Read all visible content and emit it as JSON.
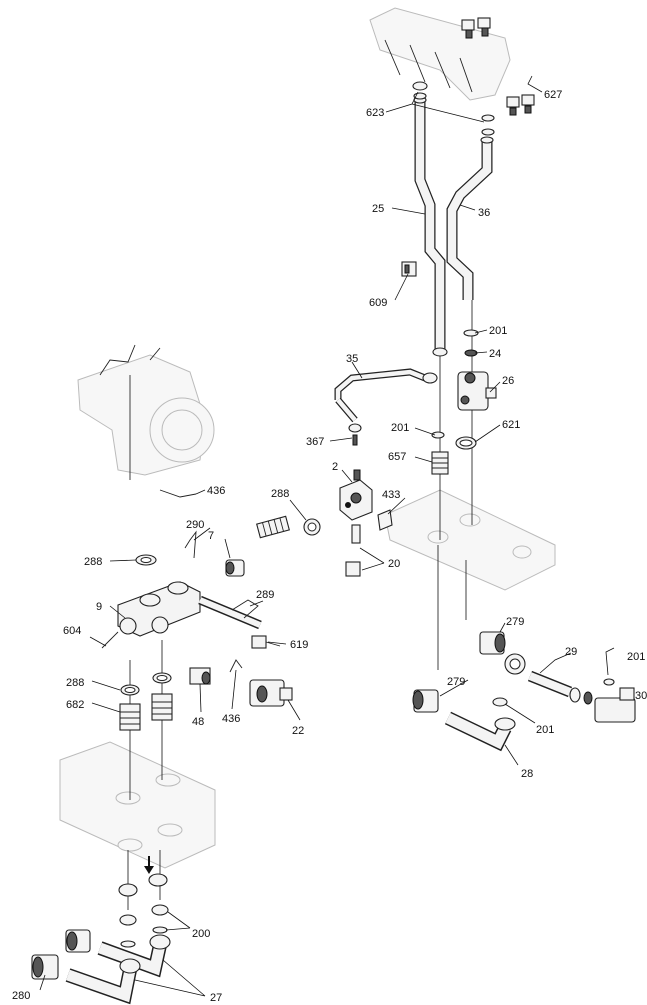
{
  "labels": {
    "l623": "623",
    "l627": "627",
    "l25": "25",
    "l36": "36",
    "l609": "609",
    "l201a": "201",
    "l24": "24",
    "l35": "35",
    "l26": "26",
    "l367": "367",
    "l201b": "201",
    "l621": "621",
    "l657": "657",
    "l2": "2",
    "l436a": "436",
    "l288a": "288",
    "l433": "433",
    "l290": "290",
    "l7": "7",
    "l288b": "288",
    "l20": "20",
    "l9": "9",
    "l289": "289",
    "l604": "604",
    "l619": "619",
    "l279a": "279",
    "l29": "29",
    "l201c": "201",
    "l288c": "288",
    "l30": "30",
    "l682": "682",
    "l279b": "279",
    "l48": "48",
    "l436b": "436",
    "l22": "22",
    "l201d": "201",
    "l28": "28",
    "l200": "200",
    "l280": "280",
    "l27": "27"
  }
}
